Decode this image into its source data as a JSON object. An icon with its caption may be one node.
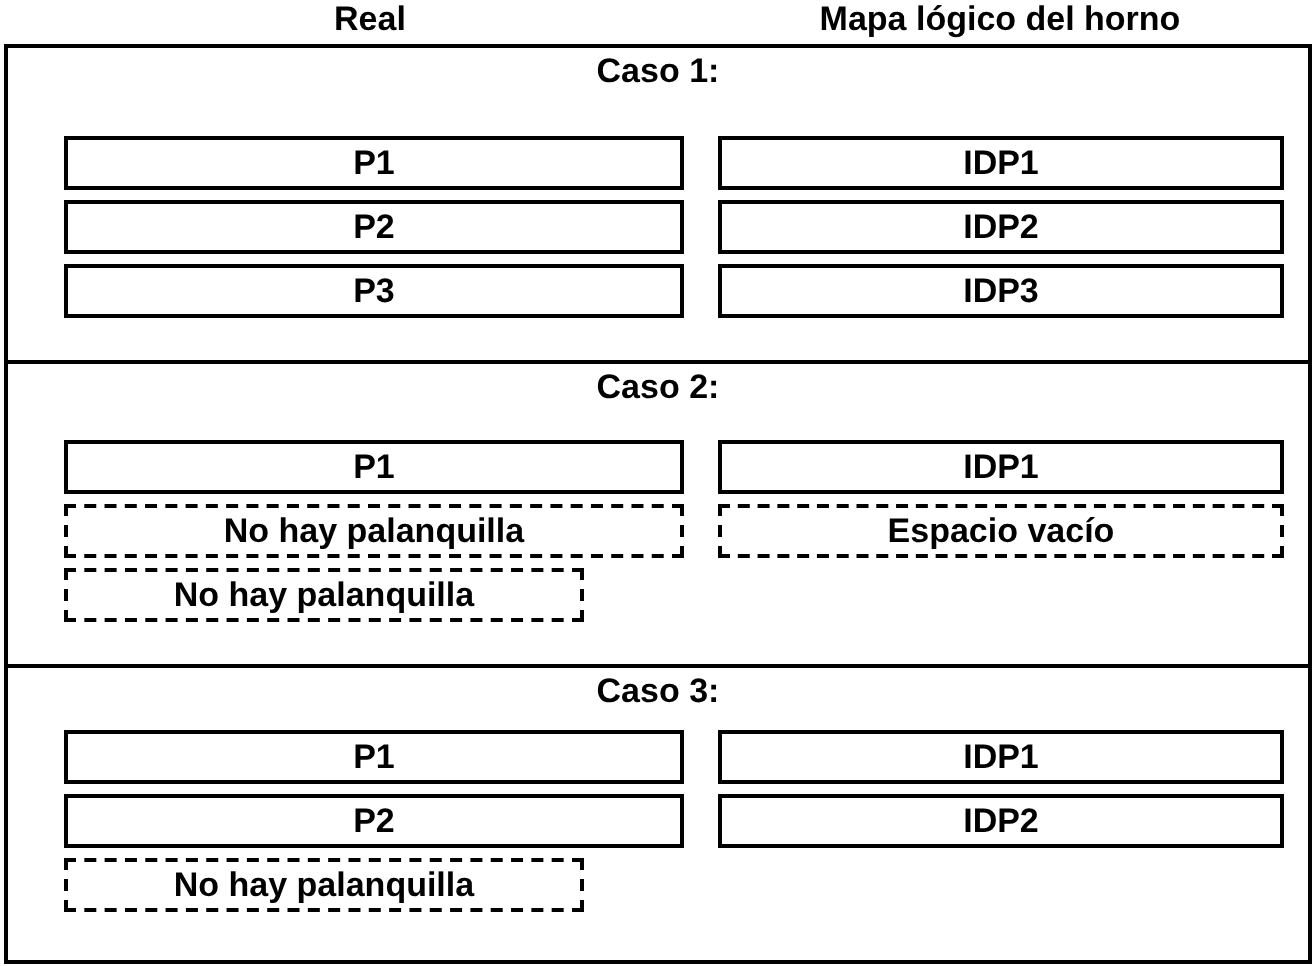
{
  "diagram": {
    "nodes": [
      {
        "text": [
          "Caso 1:"
        ]
      },
      {
        "text": [
          "P1"
        ],
        "in": 0
      },
      {
        "text": [
          "IDP1"
        ],
        "in": 0
      },
      {
        "text": [
          "P2"
        ],
        "in": 0
      },
      {
        "text": [
          "IDP2"
        ],
        "in": 0
      },
      {
        "text": [
          "P3"
        ],
        "in": 0
      },
      {
        "text": [
          "IDP3"
        ],
        "in": 0
      },
      {
        "text": [
          "Caso 2:"
        ]
      },
      {
        "text": [
          "P1"
        ],
        "in": 7
      },
      {
        "text": [
          "IDP1"
        ],
        "in": 7
      },
      {
        "text": [
          "No hay palanquilla"
        ],
        "in": 7
      },
      {
        "text": [
          "Espacio vacío"
        ],
        "in": 7
      },
      {
        "text": [
          "No hay palanquilla"
        ],
        "in": 7
      },
      {
        "text": [
          "Caso 3:"
        ]
      },
      {
        "text": [
          "P1"
        ],
        "in": 13
      },
      {
        "text": [
          "IDP1"
        ],
        "in": 13
      },
      {
        "text": [
          "P2"
        ],
        "in": 13
      },
      {
        "text": [
          "IDP2"
        ],
        "in": 13
      },
      {
        "text": [
          "No hay palanquilla"
        ],
        "in": 13
      }
    ],
    "edges": [],
    "labels": [
      "Real",
      "Mapa lógico del horno"
    ]
  }
}
